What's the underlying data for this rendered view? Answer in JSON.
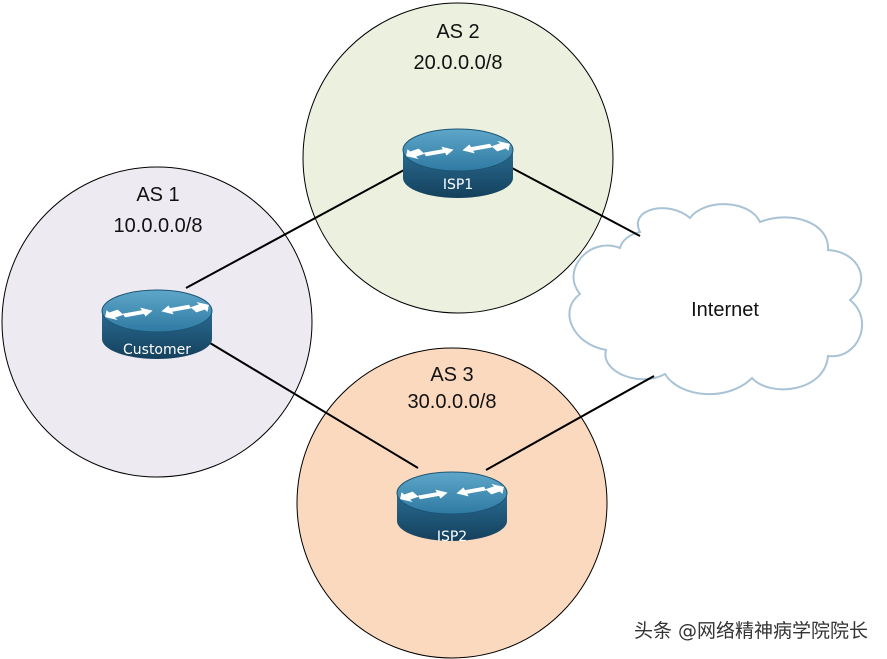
{
  "colors": {
    "as1_fill": "#eeeaf2",
    "as2_fill": "#ebf1de",
    "as3_fill": "#fbd9bf",
    "router_body": "#2b6f95",
    "cloud_fill": "#ffffff",
    "cloud_stroke": "#a9c3d6"
  },
  "autonomous_systems": [
    {
      "id": "as1",
      "name": "AS 1",
      "prefix": "10.0.0.0/8"
    },
    {
      "id": "as2",
      "name": "AS 2",
      "prefix": "20.0.0.0/8"
    },
    {
      "id": "as3",
      "name": "AS 3",
      "prefix": "30.0.0.0/8"
    }
  ],
  "routers": {
    "customer": {
      "label": "Customer",
      "icon": "router-icon"
    },
    "isp1": {
      "label": "ISP1",
      "icon": "router-icon"
    },
    "isp2": {
      "label": "ISP2",
      "icon": "router-icon"
    }
  },
  "cloud": {
    "label": "Internet",
    "icon": "cloud-icon"
  },
  "links": [
    {
      "from": "Customer",
      "to": "ISP1"
    },
    {
      "from": "Customer",
      "to": "ISP2"
    },
    {
      "from": "ISP1",
      "to": "Internet"
    },
    {
      "from": "ISP2",
      "to": "Internet"
    }
  ],
  "watermark": "头条 @网络精神病学院院长"
}
